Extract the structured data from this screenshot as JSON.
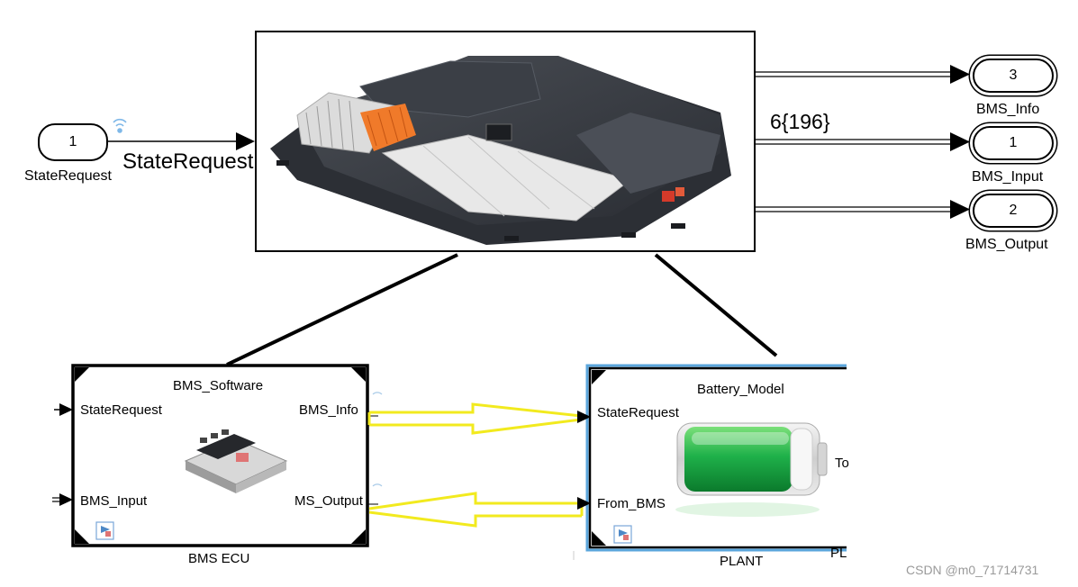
{
  "inports": [
    {
      "number": "1",
      "name": "StateRequest"
    }
  ],
  "signal_label": "StateRequest",
  "bus_label": "6{196}",
  "outports": [
    {
      "number": "3",
      "name": "BMS_Info"
    },
    {
      "number": "1",
      "name": "BMS_Input"
    },
    {
      "number": "2",
      "name": "BMS_Output"
    }
  ],
  "top_block": {
    "image": "battery-pack-image"
  },
  "bms_software": {
    "title": "BMS_Software",
    "caption": "BMS ECU",
    "inputs": [
      "StateRequest",
      "BMS_Input"
    ],
    "outputs": [
      "BMS_Info",
      "MS_Output"
    ],
    "image": "ecu-module-image"
  },
  "battery_model": {
    "title": "Battery_Model",
    "caption": "PLANT",
    "caption_cut": "PL",
    "inputs": [
      "StateRequest",
      "From_BMS"
    ],
    "output_cut": "To",
    "image": "battery-icon"
  },
  "colors": {
    "bus_arrow": "#f2ea1e",
    "selected_border": "#5ba6dc",
    "battery_green": "#22b84a"
  },
  "watermark": "CSDN @m0_71714731"
}
